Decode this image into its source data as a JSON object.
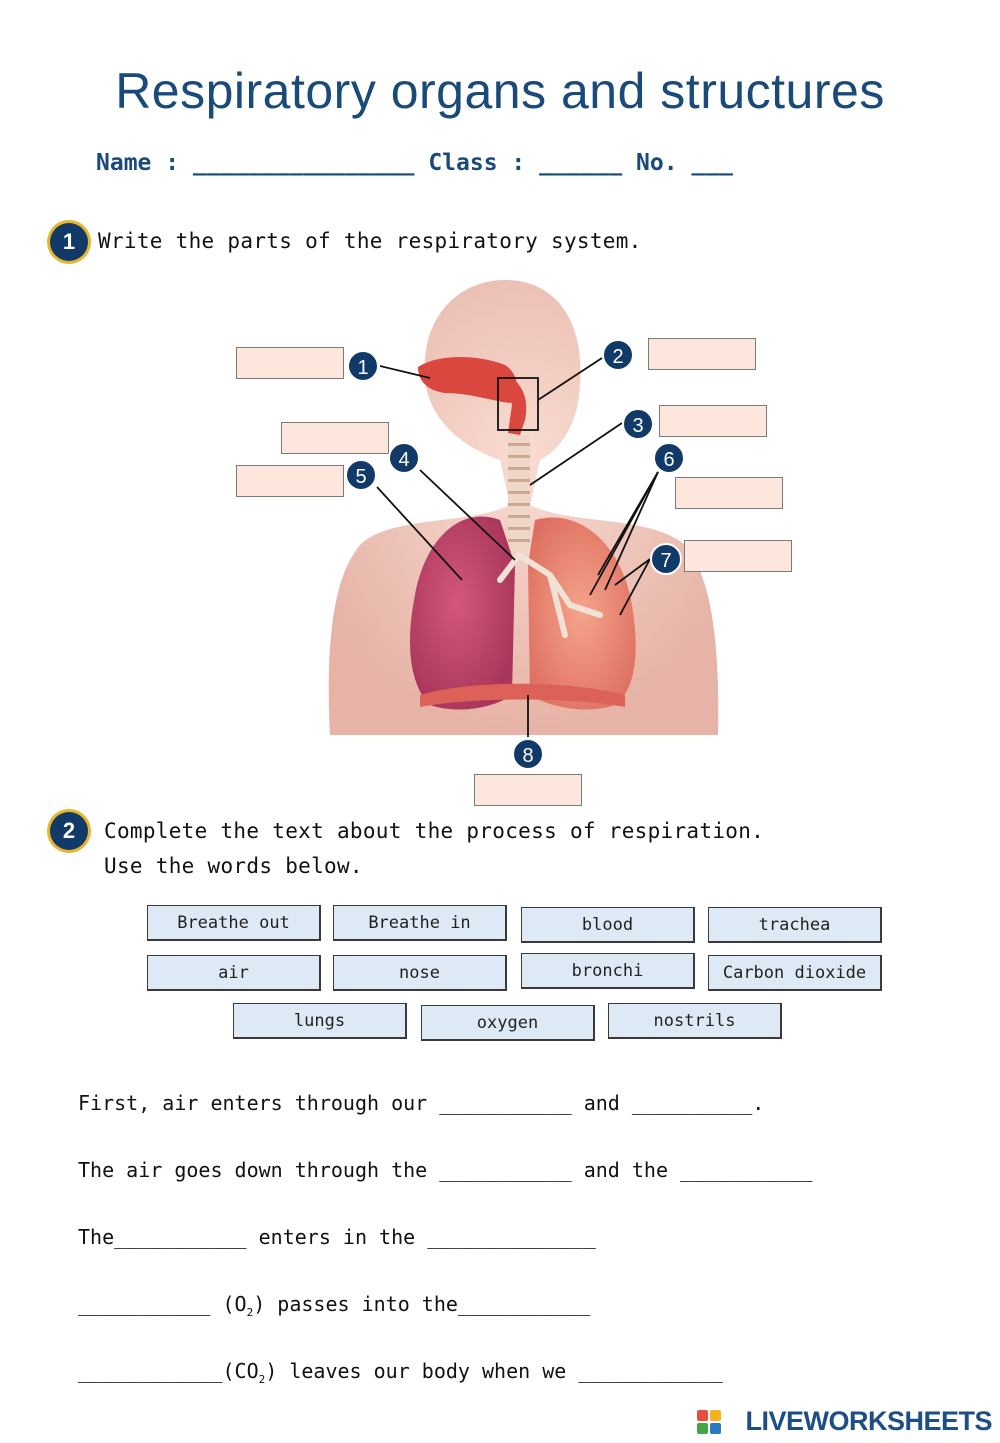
{
  "title": "Respiratory organs and structures",
  "name_line": "Name : ________________ Class : ______ No. ___",
  "q1": {
    "number": "1",
    "text": "Write the parts of the respiratory system."
  },
  "diagram": {
    "pins": [
      "1",
      "2",
      "3",
      "4",
      "5",
      "6",
      "7",
      "8"
    ]
  },
  "q2": {
    "number": "2",
    "line1": "Complete the text about the process of respiration.",
    "line2": "Use the words below."
  },
  "word_bank": [
    "Breathe out",
    "Breathe in",
    "blood",
    "trachea",
    "air",
    "nose",
    "bronchi",
    "Carbon dioxide",
    "lungs",
    "oxygen",
    "nostrils"
  ],
  "sentences": {
    "s1": "First, air enters through our ___________ and __________.",
    "s2": "The air goes down through the ___________ and the ___________",
    "s3": "The___________ enters in the ______________",
    "s4a": "___________ (O",
    "s4sub": "2",
    "s4b": ") passes into the___________",
    "s5a": "____________(CO",
    "s5sub": "2",
    "s5b": ") leaves our body when we ____________"
  },
  "brand": "LIVEWORKSHEETS",
  "colors": {
    "title": "#1a4a7a",
    "pin": "#123a68",
    "answer_box": "#fde7dc",
    "word_box": "#dde9f5",
    "accent": "#e8b62c"
  }
}
